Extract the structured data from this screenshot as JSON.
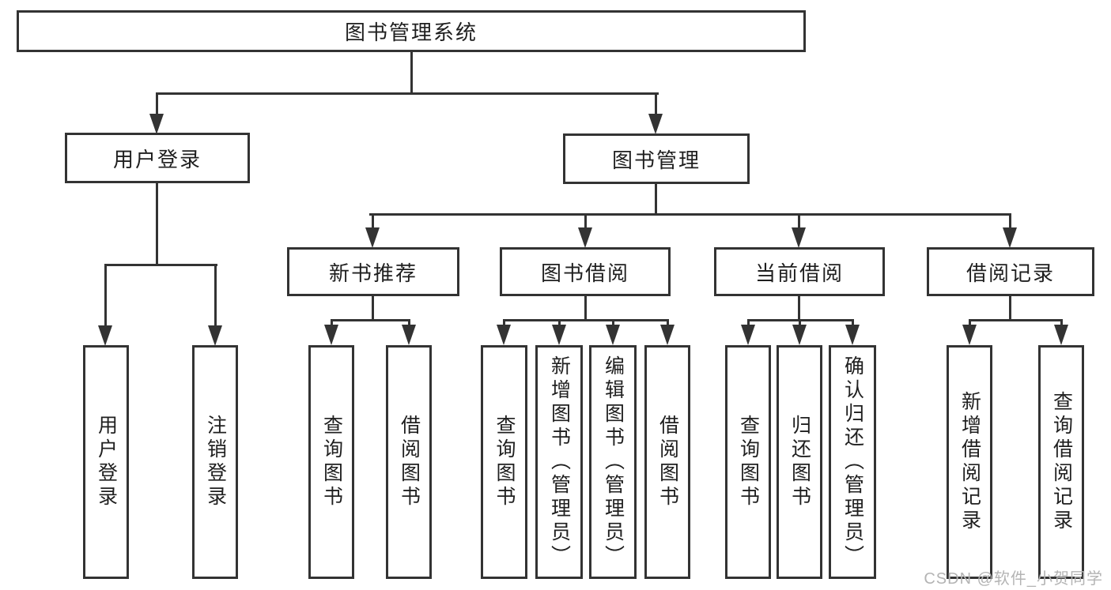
{
  "diagram": {
    "root": "图书管理系统",
    "level2": {
      "user_login": "用户登录",
      "book_management": "图书管理"
    },
    "level3": {
      "new_book_recommend": "新书推荐",
      "book_borrowing": "图书借阅",
      "current_borrowing": "当前借阅",
      "borrowing_records": "借阅记录"
    },
    "leaves": {
      "user_login": "用户登录",
      "logout": "注销登录",
      "query_books_1": "查询图书",
      "borrow_books_1": "借阅图书",
      "query_books_2": "查询图书",
      "add_books_admin": "新增图书（管理员）",
      "edit_books_admin": "编辑图书（管理员）",
      "borrow_books_2": "借阅图书",
      "query_books_3": "查询图书",
      "return_books": "归还图书",
      "confirm_return_admin": "确认归还（管理员）",
      "add_borrow_record": "新增借阅记录",
      "query_borrow_record": "查询借阅记录"
    },
    "edges": [
      {
        "from": "图书管理系统",
        "to": [
          "用户登录",
          "图书管理"
        ]
      },
      {
        "from": "用户登录",
        "to": [
          "用户登录",
          "注销登录"
        ]
      },
      {
        "from": "图书管理",
        "to": [
          "新书推荐",
          "图书借阅",
          "当前借阅",
          "借阅记录"
        ]
      },
      {
        "from": "新书推荐",
        "to": [
          "查询图书",
          "借阅图书"
        ]
      },
      {
        "from": "图书借阅",
        "to": [
          "查询图书",
          "新增图书（管理员）",
          "编辑图书（管理员）",
          "借阅图书"
        ]
      },
      {
        "from": "当前借阅",
        "to": [
          "查询图书",
          "归还图书",
          "确认归还（管理员）"
        ]
      },
      {
        "from": "借阅记录",
        "to": [
          "新增借阅记录",
          "查询借阅记录"
        ]
      }
    ]
  },
  "watermark": "CSDN @软件_小贺同学",
  "colors": {
    "line": "#333333",
    "text": "#1f1f1f",
    "watermark": "#b4b4b4",
    "background": "#ffffff"
  }
}
